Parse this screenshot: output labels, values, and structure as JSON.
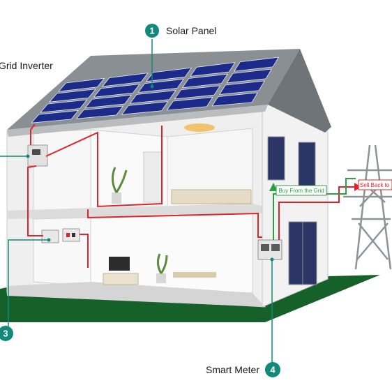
{
  "labels": {
    "solar_panel": {
      "number": "1",
      "text": "Solar Panel"
    },
    "grid_inverter": {
      "text": "Grid Inverter"
    },
    "breaker": {
      "number": "3"
    },
    "smart_meter": {
      "number": "4",
      "text": "Smart Meter"
    }
  },
  "tags": {
    "buy": "Buy From the Grid",
    "sell": "Sell Back to"
  },
  "colors": {
    "accent": "#12897a",
    "ground": "#16602a",
    "panel": "#1c2a8a",
    "wire_red": "#e0242c",
    "wire_green": "#2ea044",
    "wall": "#f4f4f4",
    "roof": "#8a8f93"
  }
}
